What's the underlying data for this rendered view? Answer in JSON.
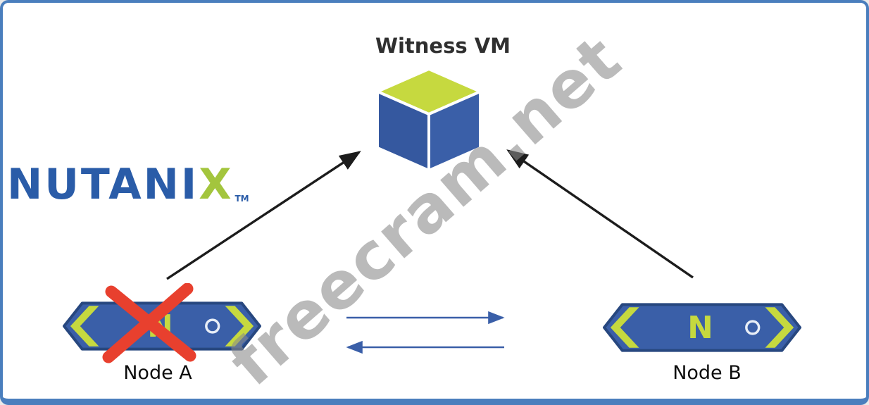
{
  "colors": {
    "border": "#4a7ebd",
    "node_blue": "#3a5fa8",
    "node_dark": "#27477f",
    "accent_green": "#c6d93f",
    "cube_left": "#35589f",
    "arrow_dark": "#1c1c1c",
    "red_x": "#e8402e",
    "watermark": "#8a8a8a",
    "logo_blue": "#2a5ca8",
    "logo_green": "#a3c53d",
    "ring_white": "#e8eef7"
  },
  "witness": {
    "label": "Witness VM"
  },
  "logo": {
    "text_main": "NUTANI",
    "text_x": "X",
    "tm": "TM"
  },
  "nodes": {
    "letter": "N",
    "a_label": "Node A",
    "b_label": "Node B",
    "a_status": "failed",
    "b_status": "active"
  },
  "watermark": {
    "text": "freecram.net"
  }
}
